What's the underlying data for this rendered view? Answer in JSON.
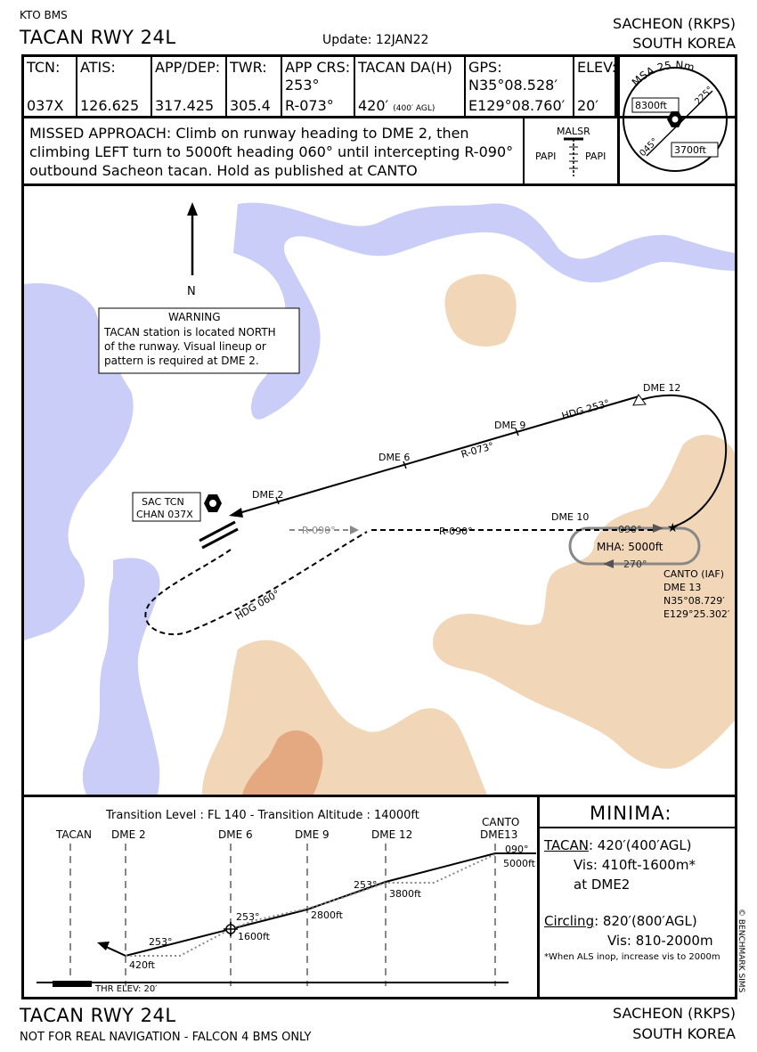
{
  "header": {
    "source": "KTO BMS",
    "title": "TACAN RWY 24L",
    "update": "Update: 12JAN22",
    "airport": "SACHEON (RKPS)",
    "country": "SOUTH KOREA"
  },
  "info": {
    "tcn_label": "TCN:",
    "tcn_value": "037X",
    "atis_label": "ATIS:",
    "atis_value": "126.625",
    "appdep_label": "APP/DEP:",
    "appdep_value": "317.425",
    "twr_label": "TWR:",
    "twr_value": "305.4",
    "appcrs_label": "APP CRS:",
    "appcrs_line2": "253°",
    "appcrs_value": "R-073°",
    "da_label": "TACAN DA(H)",
    "da_value": "420′",
    "da_agl": "(400′ AGL)",
    "gps_label": "GPS:",
    "gps_lat": "N35°08.528′",
    "gps_lon": "E129°08.760′",
    "elev_label": "ELEV:",
    "elev_value": "20′"
  },
  "msa": {
    "title": "MSA 25 Nm",
    "alt1": "8300ft",
    "alt2": "3700ft",
    "brg1": "225°",
    "brg2": "045°"
  },
  "missed": {
    "line1": "MISSED APPROACH: Climb on runway heading to DME 2, then",
    "line2": "climbing LEFT turn to 5000ft heading 060° until intercepting R-090°",
    "line3": "outbound Sacheon tacan. Hold as published at CANTO"
  },
  "lights": {
    "malsr": "MALSR",
    "papi_left": "PAPI",
    "papi_right": "PAPI"
  },
  "plan": {
    "north": "N",
    "warning_title": "WARNING",
    "warning_l1": "TACAN station is located NORTH",
    "warning_l2": "of the runway. Visual lineup or",
    "warning_l3": "pattern is required at DME 2.",
    "dme12": "DME 12",
    "dme9": "DME 9",
    "dme6": "DME 6",
    "dme2": "DME 2",
    "dme10": "DME 10",
    "hdg253": "HDG 253°",
    "r073": "R-073°",
    "sac1": "SAC TCN",
    "sac2": "CHAN 037X",
    "r090a": "R-090°",
    "r090b": "R-090°",
    "in090": "090°",
    "out270": "270°",
    "mha": "MHA: 5000ft",
    "hdg060": "HDG 060°",
    "canto1": "CANTO (IAF)",
    "canto2": "DME 13",
    "canto3": "N35°08.729′",
    "canto4": "E129°25.302′"
  },
  "profile": {
    "transition": "Transition Level : FL 140  -  Transition Altitude : 14000ft",
    "tacan": "TACAN",
    "dme2": "DME 2",
    "dme6": "DME 6",
    "dme9": "DME 9",
    "dme12": "DME 12",
    "canto": "CANTO",
    "dme13": "DME13",
    "crs090": "090°",
    "alt5000": "5000ft",
    "crs253a": "253°",
    "crs253b": "253°",
    "crs253c": "253°",
    "alt3800": "3800ft",
    "alt2800": "2800ft",
    "alt1600": "1600ft",
    "alt420": "420ft",
    "thr": "THR ELEV: 20′"
  },
  "minima": {
    "title": "MINIMA:",
    "tacan_label": "TACAN",
    "tacan_val": ": 420′(400′AGL)",
    "tacan_vis": "Vis: 410ft-1600m*",
    "tacan_at": "at DME2",
    "circ_label": "Circling",
    "circ_val": ": 820′(800′AGL)",
    "circ_vis": "Vis: 810-2000m",
    "note": "*When ALS inop, increase vis to 2000m"
  },
  "copyright": "© BENCHMARK SIMS",
  "footer": {
    "title": "TACAN RWY 24L",
    "disclaimer": "NOT FOR REAL NAVIGATION - FALCON 4 BMS ONLY",
    "airport": "SACHEON (RKPS)",
    "country": "SOUTH KOREA"
  }
}
